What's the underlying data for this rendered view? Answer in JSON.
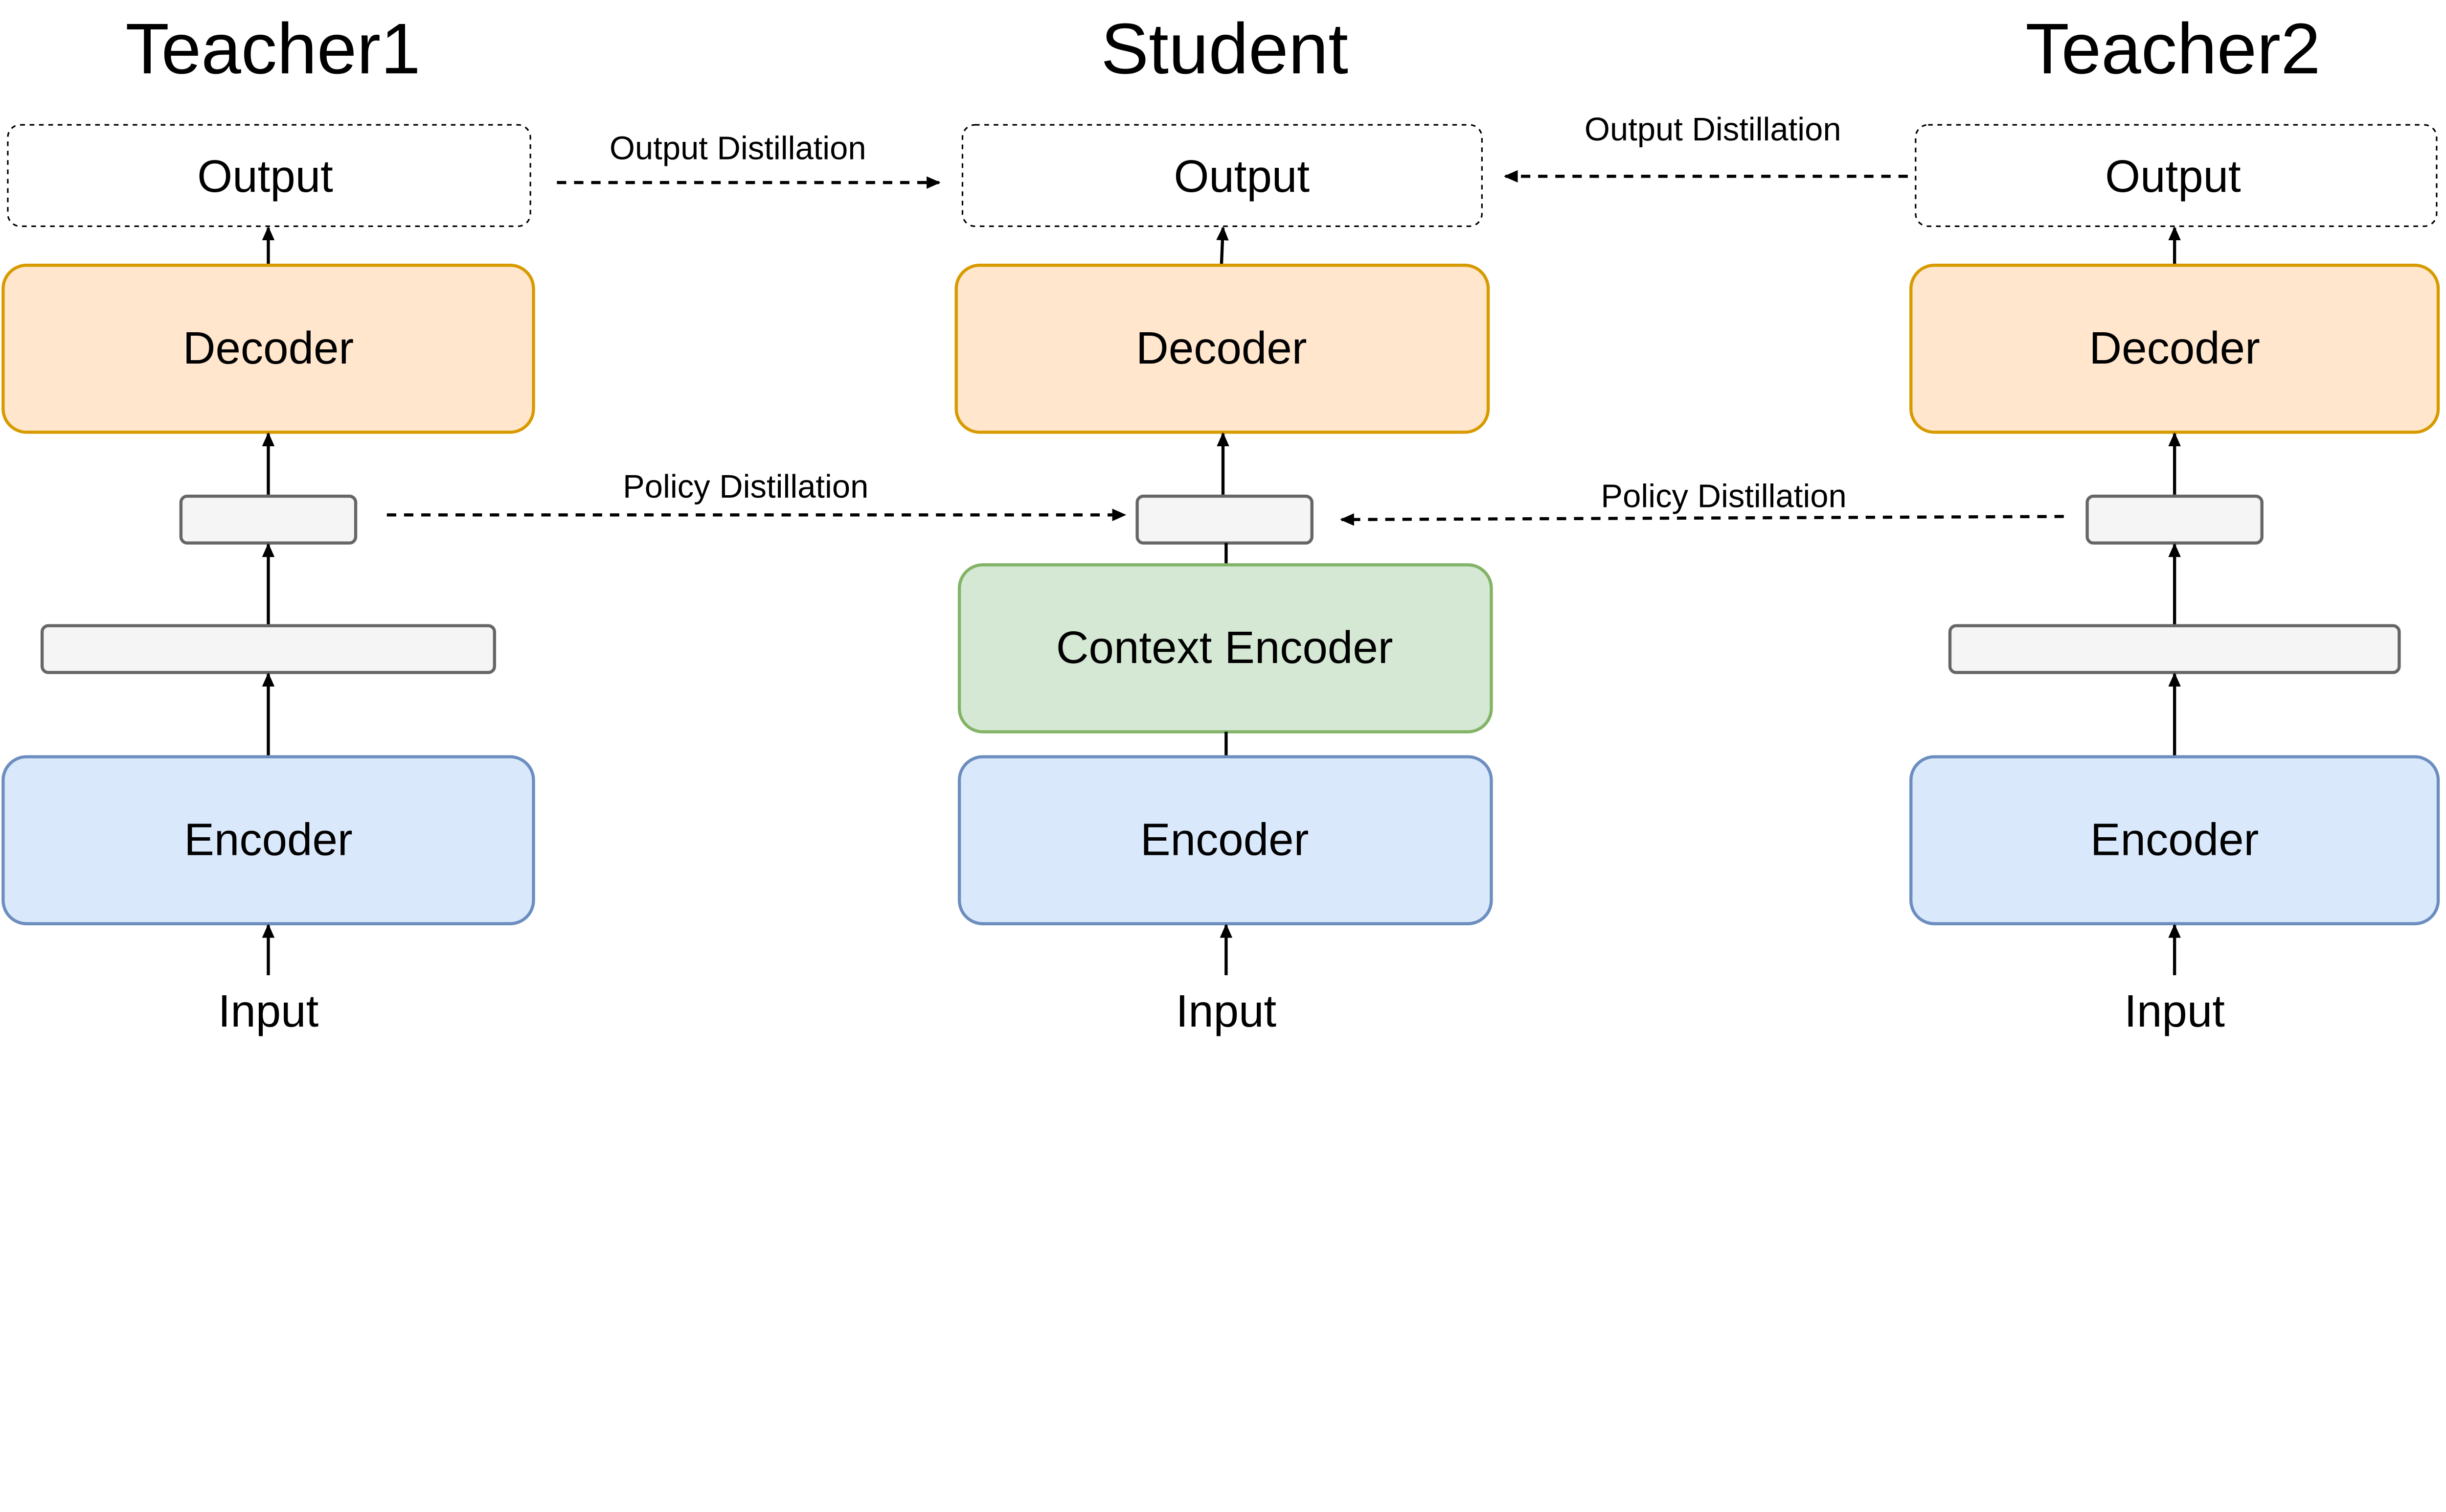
{
  "columns": [
    {
      "title": "Teacher1",
      "output": "Output",
      "decoder": "Decoder",
      "encoder": "Encoder",
      "input": "Input"
    },
    {
      "title": "Student",
      "output": "Output",
      "decoder": "Decoder",
      "context_encoder": "Context Encoder",
      "encoder": "Encoder",
      "input": "Input"
    },
    {
      "title": "Teacher2",
      "output": "Output",
      "decoder": "Decoder",
      "encoder": "Encoder",
      "input": "Input"
    }
  ],
  "edges": {
    "output_distillation_left": "Output Distillation",
    "output_distillation_right": "Output Distillation",
    "policy_distillation_left": "Policy Distillation",
    "policy_distillation_right": "Policy Distillation"
  },
  "colors": {
    "decoder_fill": "#ffe6cc",
    "decoder_stroke": "#d79b00",
    "encoder_fill": "#dae8fc",
    "encoder_stroke": "#6c8ebf",
    "context_fill": "#d5e8d4",
    "context_stroke": "#82b366",
    "feature_fill": "#f5f5f5",
    "feature_stroke": "#666666"
  }
}
